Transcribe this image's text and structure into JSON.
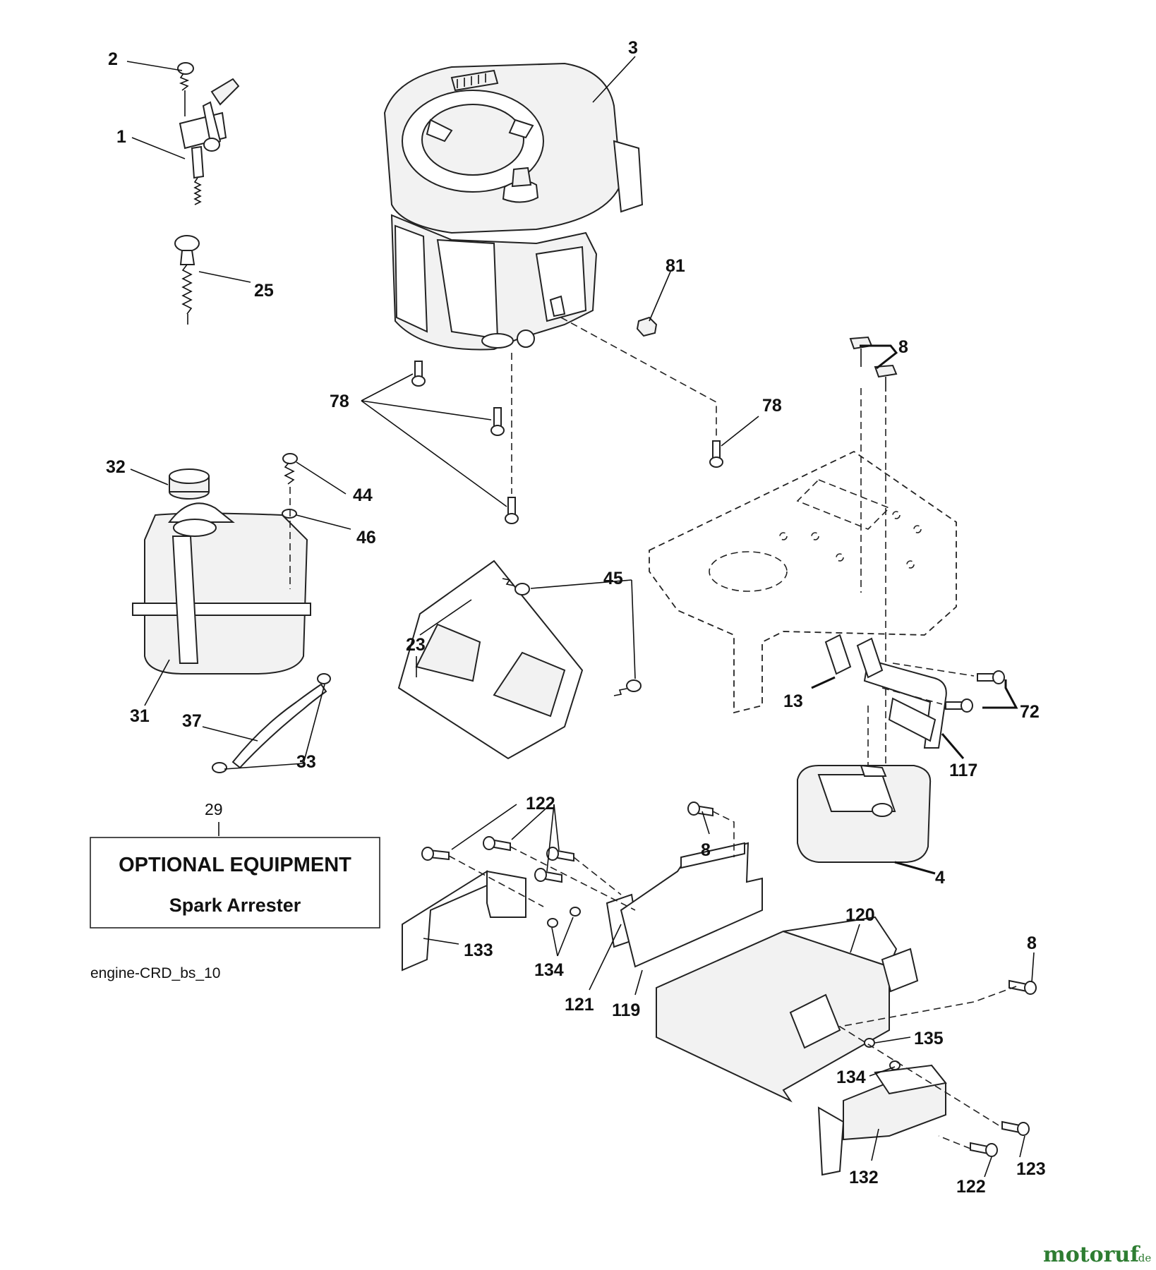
{
  "callouts": {
    "c1": "1",
    "c2": "2",
    "c3": "3",
    "c4": "4",
    "c8a": "8",
    "c8b": "8",
    "c8c": "8",
    "c13": "13",
    "c23": "23",
    "c25": "25",
    "c29": "29",
    "c31": "31",
    "c32": "32",
    "c33": "33",
    "c37": "37",
    "c44": "44",
    "c45": "45",
    "c46": "46",
    "c72": "72",
    "c78a": "78",
    "c78b": "78",
    "c81": "81",
    "c117": "117",
    "c119": "119",
    "c120": "120",
    "c121": "121",
    "c122a": "122",
    "c122b": "122",
    "c123": "123",
    "c132": "132",
    "c133": "133",
    "c134a": "134",
    "c134b": "134",
    "c135": "135"
  },
  "optional_box": {
    "title": "OPTIONAL EQUIPMENT",
    "subtitle": "Spark Arrester"
  },
  "reference_code": "engine-CRD_bs_10",
  "watermark": {
    "brand": "motoruf",
    "suffix": ".de",
    "brand_color": "#2e7d32",
    "accent_color": "#c62828"
  }
}
